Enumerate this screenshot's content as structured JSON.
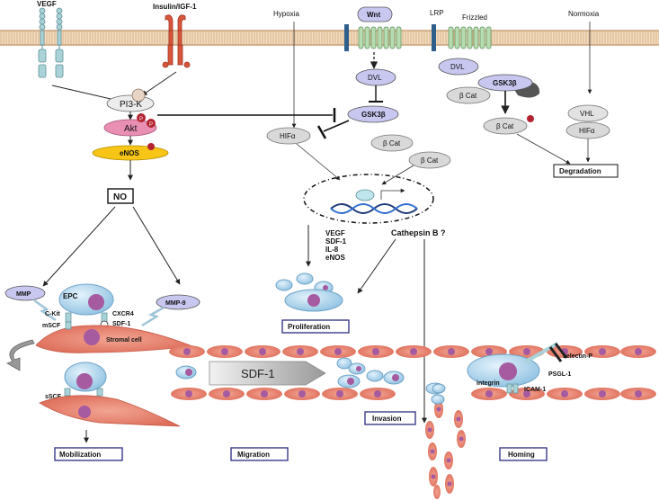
{
  "labels": {
    "vegf_top": "VEGF",
    "insulin": "Insulin/IGF-1",
    "hypoxia": "Hypoxia",
    "wnt": "Wnt",
    "lrp": "LRP",
    "frizzled": "Frizzled",
    "normoxia": "Normoxia",
    "pi3k": "PI3-K",
    "akt": "Akt",
    "enos": "eNOS",
    "no": "NO",
    "dvl_left": "DVL",
    "gsk_left": "GSK3β",
    "hif_left": "HIFα",
    "bcat_1": "β Cat",
    "bcat_2": "β Cat",
    "dvl_right": "DVL",
    "gsk_right": "GSK3β",
    "bcat_3": "β Cat",
    "bcat_4": "β Cat",
    "vhl": "VHL",
    "hif_right": "HIFα",
    "degradation": "Degradation",
    "genes": [
      "VEGF",
      "SDF-1",
      "IL-8",
      "eNOS"
    ],
    "cathepsin": "Cathepsin B ?",
    "proliferation": "Proliferation",
    "mmp": "MMP",
    "mmp9": "MMP-9",
    "epc": "EPC",
    "ckit": "C-Kit",
    "cxcr4": "CXCR4",
    "mscf": "mSCF",
    "sdf1_small": "SDF-1",
    "stromal": "Stromal cell",
    "sscf": "sSCF",
    "mobilization": "Mobilization",
    "sdf1_arrow": "SDF-1",
    "migration": "Migration",
    "invasion": "Invasion",
    "selectin": "selectin-P",
    "psgl": "PSGL-1",
    "integrin": "integrin",
    "icam": "ICAM-1",
    "homing": "Homing",
    "phospho": "P"
  },
  "colors": {
    "membrane": "#e9c9a4",
    "receptor_vegf": "#a9d3d8",
    "receptor_ins": "#d9553b",
    "wnt_receptor": "#b6dcb2",
    "lavender": "#c8c7f0",
    "akt": "#e98fb4",
    "enos": "#f6c515",
    "grey_node": "#d9d9d9",
    "endothelial": "#e57866",
    "nucleus": "#a65aa0",
    "cell_blue": "#9fcde8",
    "box_border": "#3a3a8a"
  }
}
